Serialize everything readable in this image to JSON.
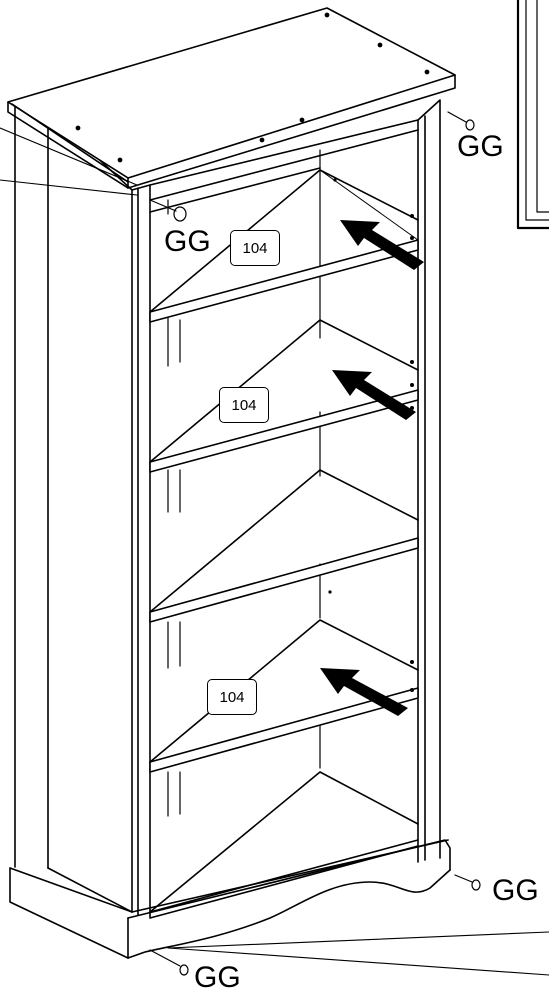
{
  "hardware_labels": {
    "top_right": "GG",
    "top_left": "GG",
    "bottom_right": "GG",
    "bottom_left": "GG"
  },
  "part_labels": {
    "upper_shelf": "104",
    "middle_shelf": "104",
    "lower_shelf": "104"
  },
  "icons": {
    "arrow": "insert-arrow-icon",
    "dowel": "cam-dowel-icon"
  }
}
